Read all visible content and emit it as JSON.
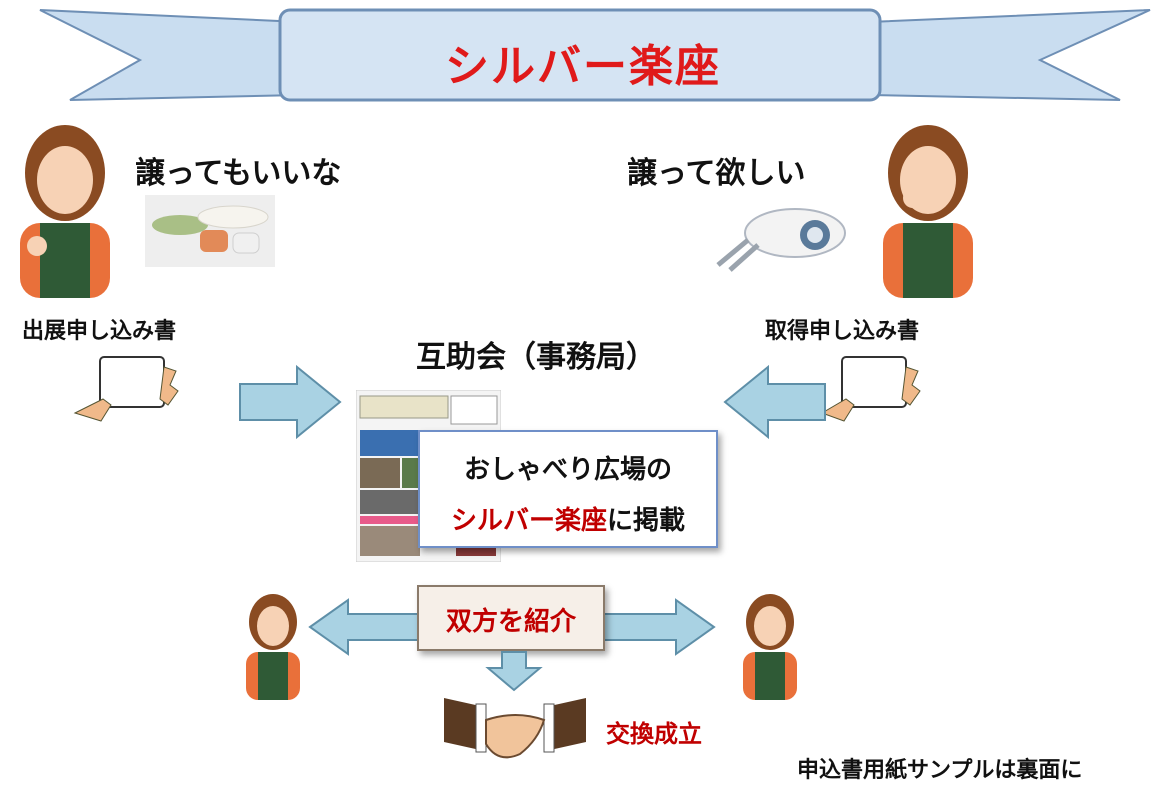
{
  "banner": {
    "title": "シルバー楽座"
  },
  "giver": {
    "speech": "譲ってもいいな",
    "form_label": "出展申し込み書"
  },
  "taker": {
    "speech": "譲って欲しい",
    "form_label": "取得申し込み書"
  },
  "center": {
    "org": "互助会（事務局）",
    "box_line1": "おしゃべり広場の",
    "box_line2_red": "シルバー楽座",
    "box_line2_rest": "に掲載"
  },
  "introduce": {
    "label": "双方を紹介"
  },
  "result": {
    "label": "交換成立"
  },
  "footer": {
    "note": "申込書用紙サンプルは裏面に"
  },
  "colors": {
    "arrow": "#a9d2e3",
    "arrow_stroke": "#5e8fa8",
    "banner": "#c9ddf0",
    "banner_stroke": "#6e8fb5",
    "red": "#e01a1a",
    "dark_red": "#c00000"
  }
}
